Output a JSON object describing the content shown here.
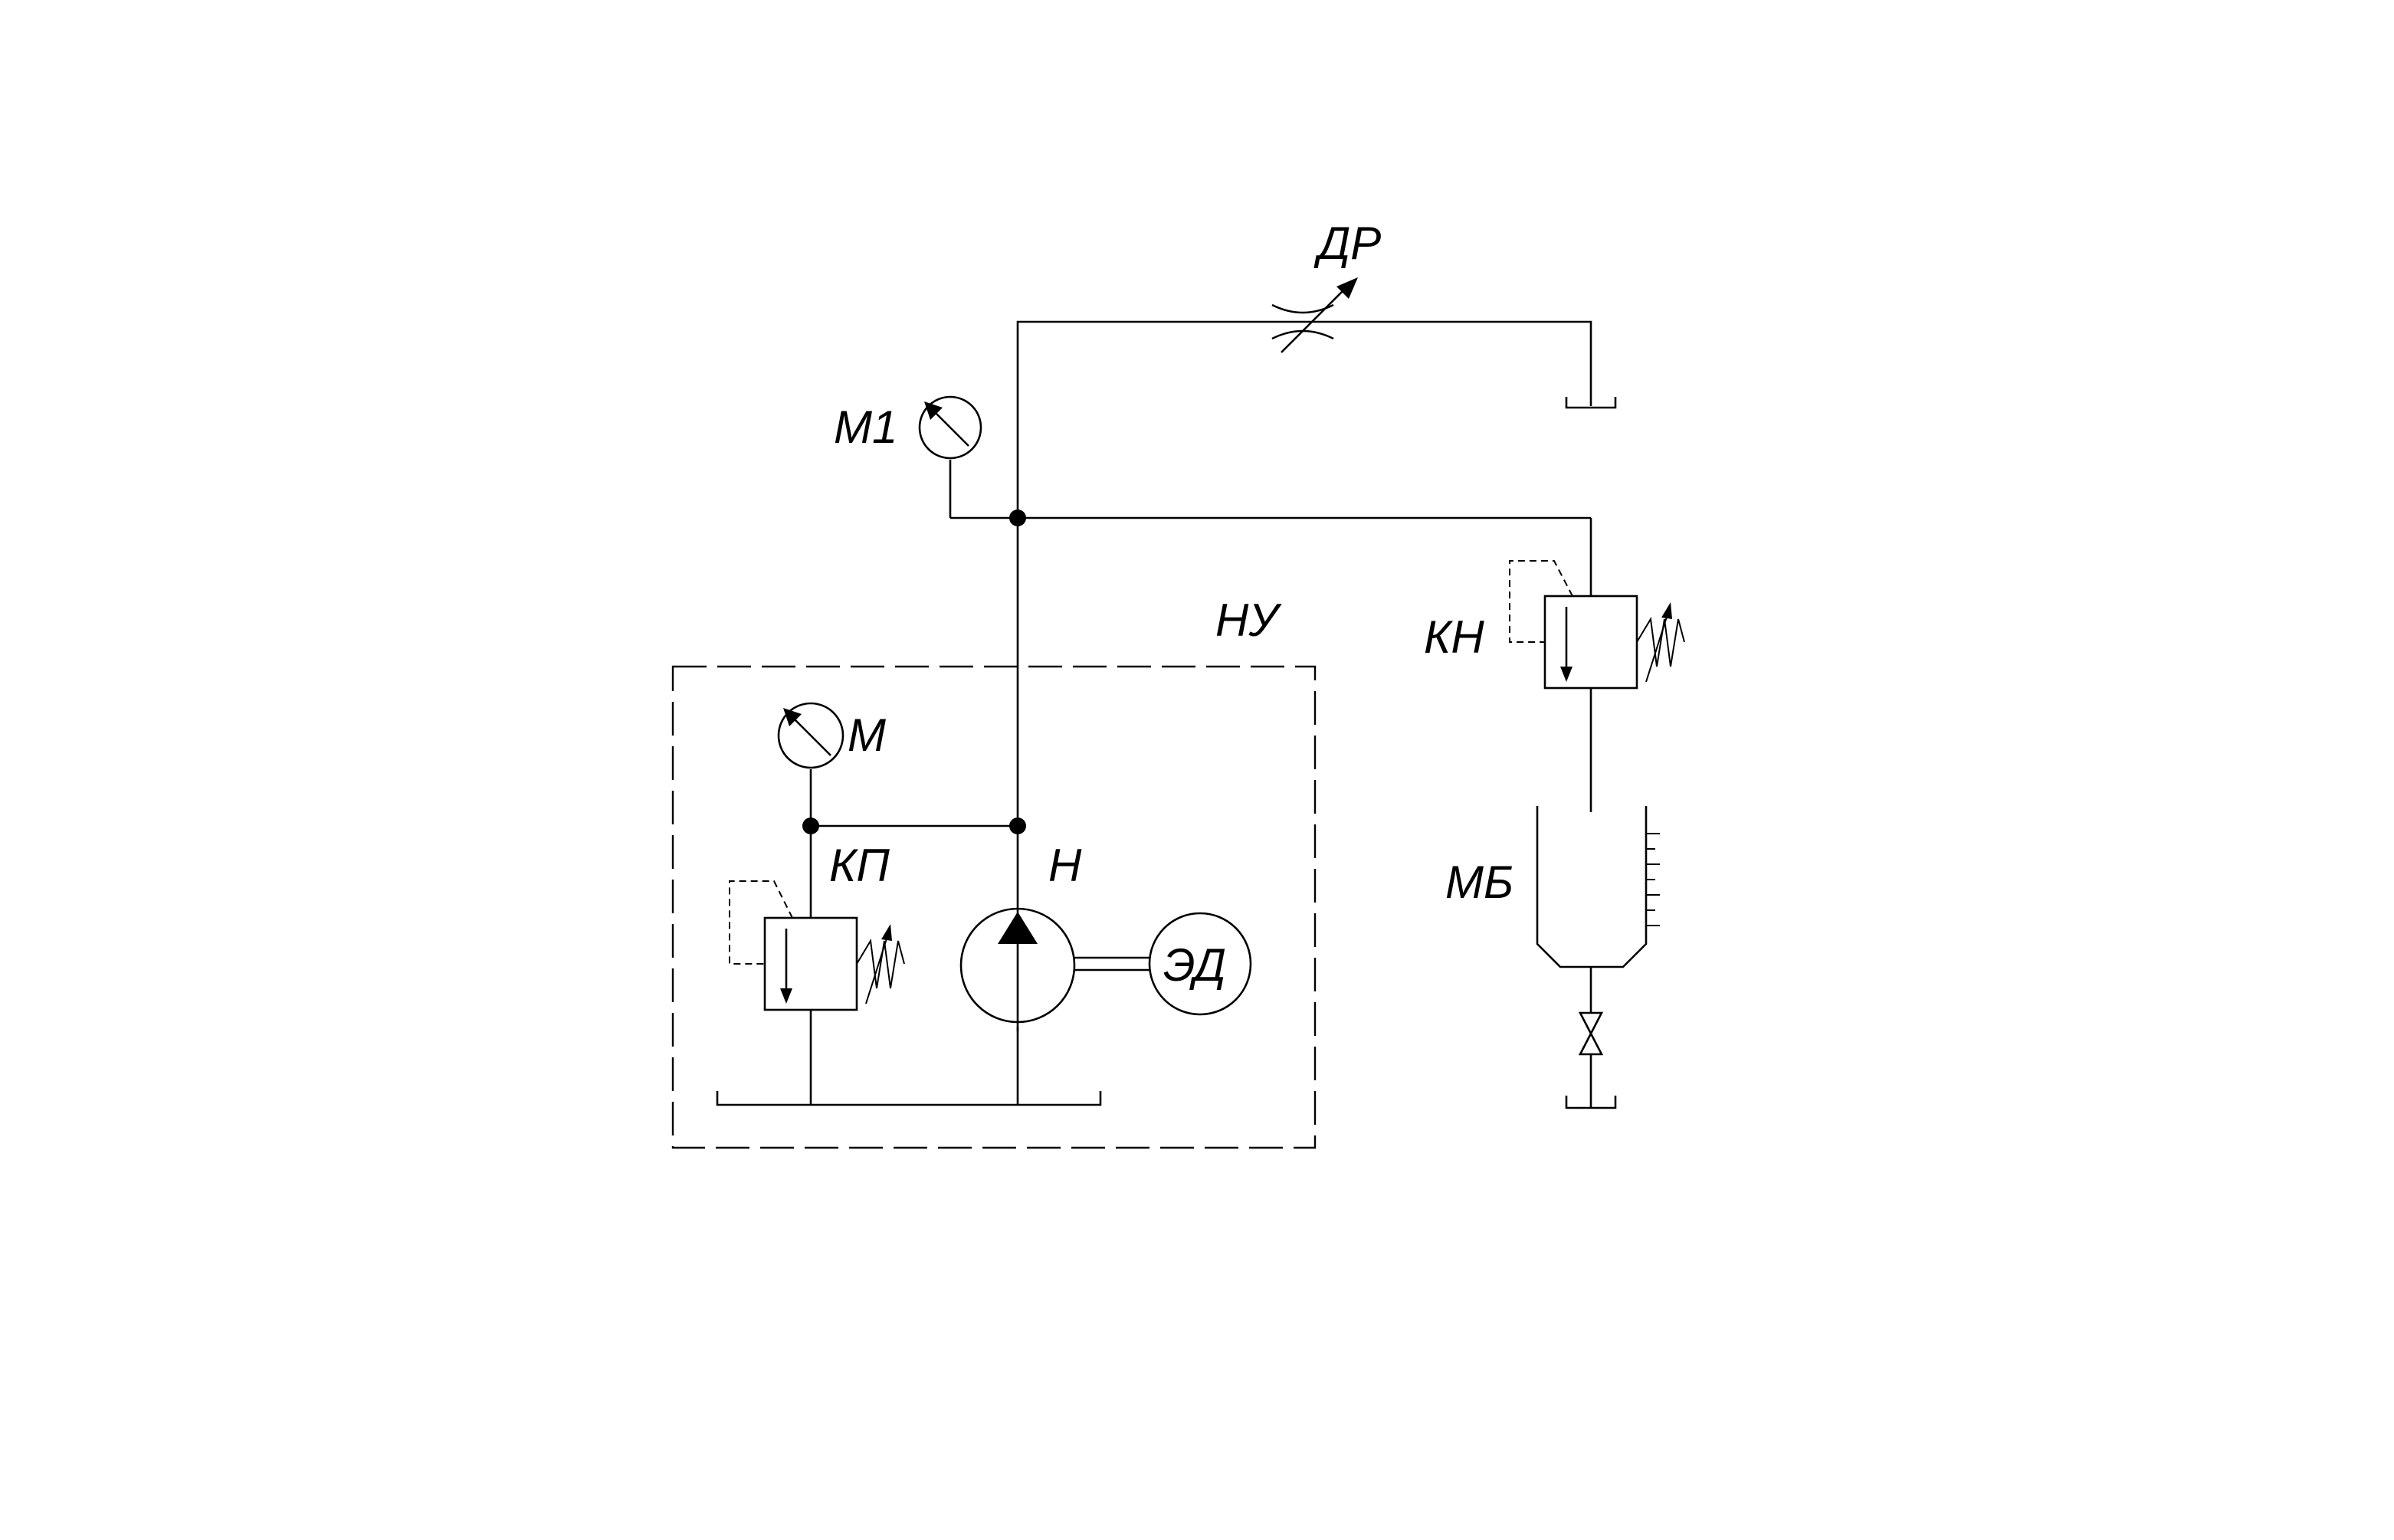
{
  "labels": {
    "throttle": "ДР",
    "gauge_main": "М1",
    "pump_unit": "НУ",
    "gauge_unit": "М",
    "relief_valve_unit": "КП",
    "pump": "Н",
    "motor": "ЭД",
    "pressure_valve": "КН",
    "measuring_tank": "МБ"
  }
}
